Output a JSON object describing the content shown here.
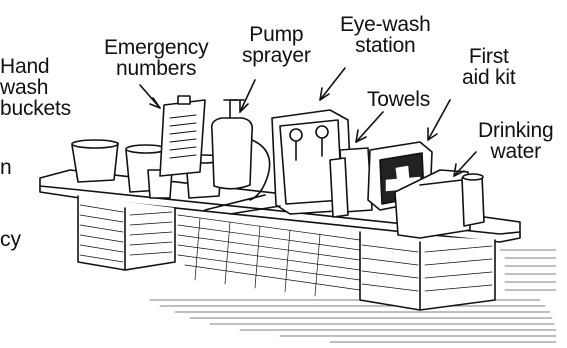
{
  "labels": {
    "hand_wash_buckets": "Hand\nwash\nbuckets",
    "emergency_numbers": "Emergency\nnumbers",
    "pump_sprayer": "Pump\nsprayer",
    "eye_wash_station": "Eye-wash\nstation",
    "towels": "Towels",
    "first_aid_kit": "First\naid kit",
    "drinking_water": "Drinking\nwater"
  },
  "cropped_text": {
    "left_mid": "n",
    "left_low": "cy"
  },
  "colors": {
    "ink": "#111111",
    "paper": "#ffffff"
  }
}
